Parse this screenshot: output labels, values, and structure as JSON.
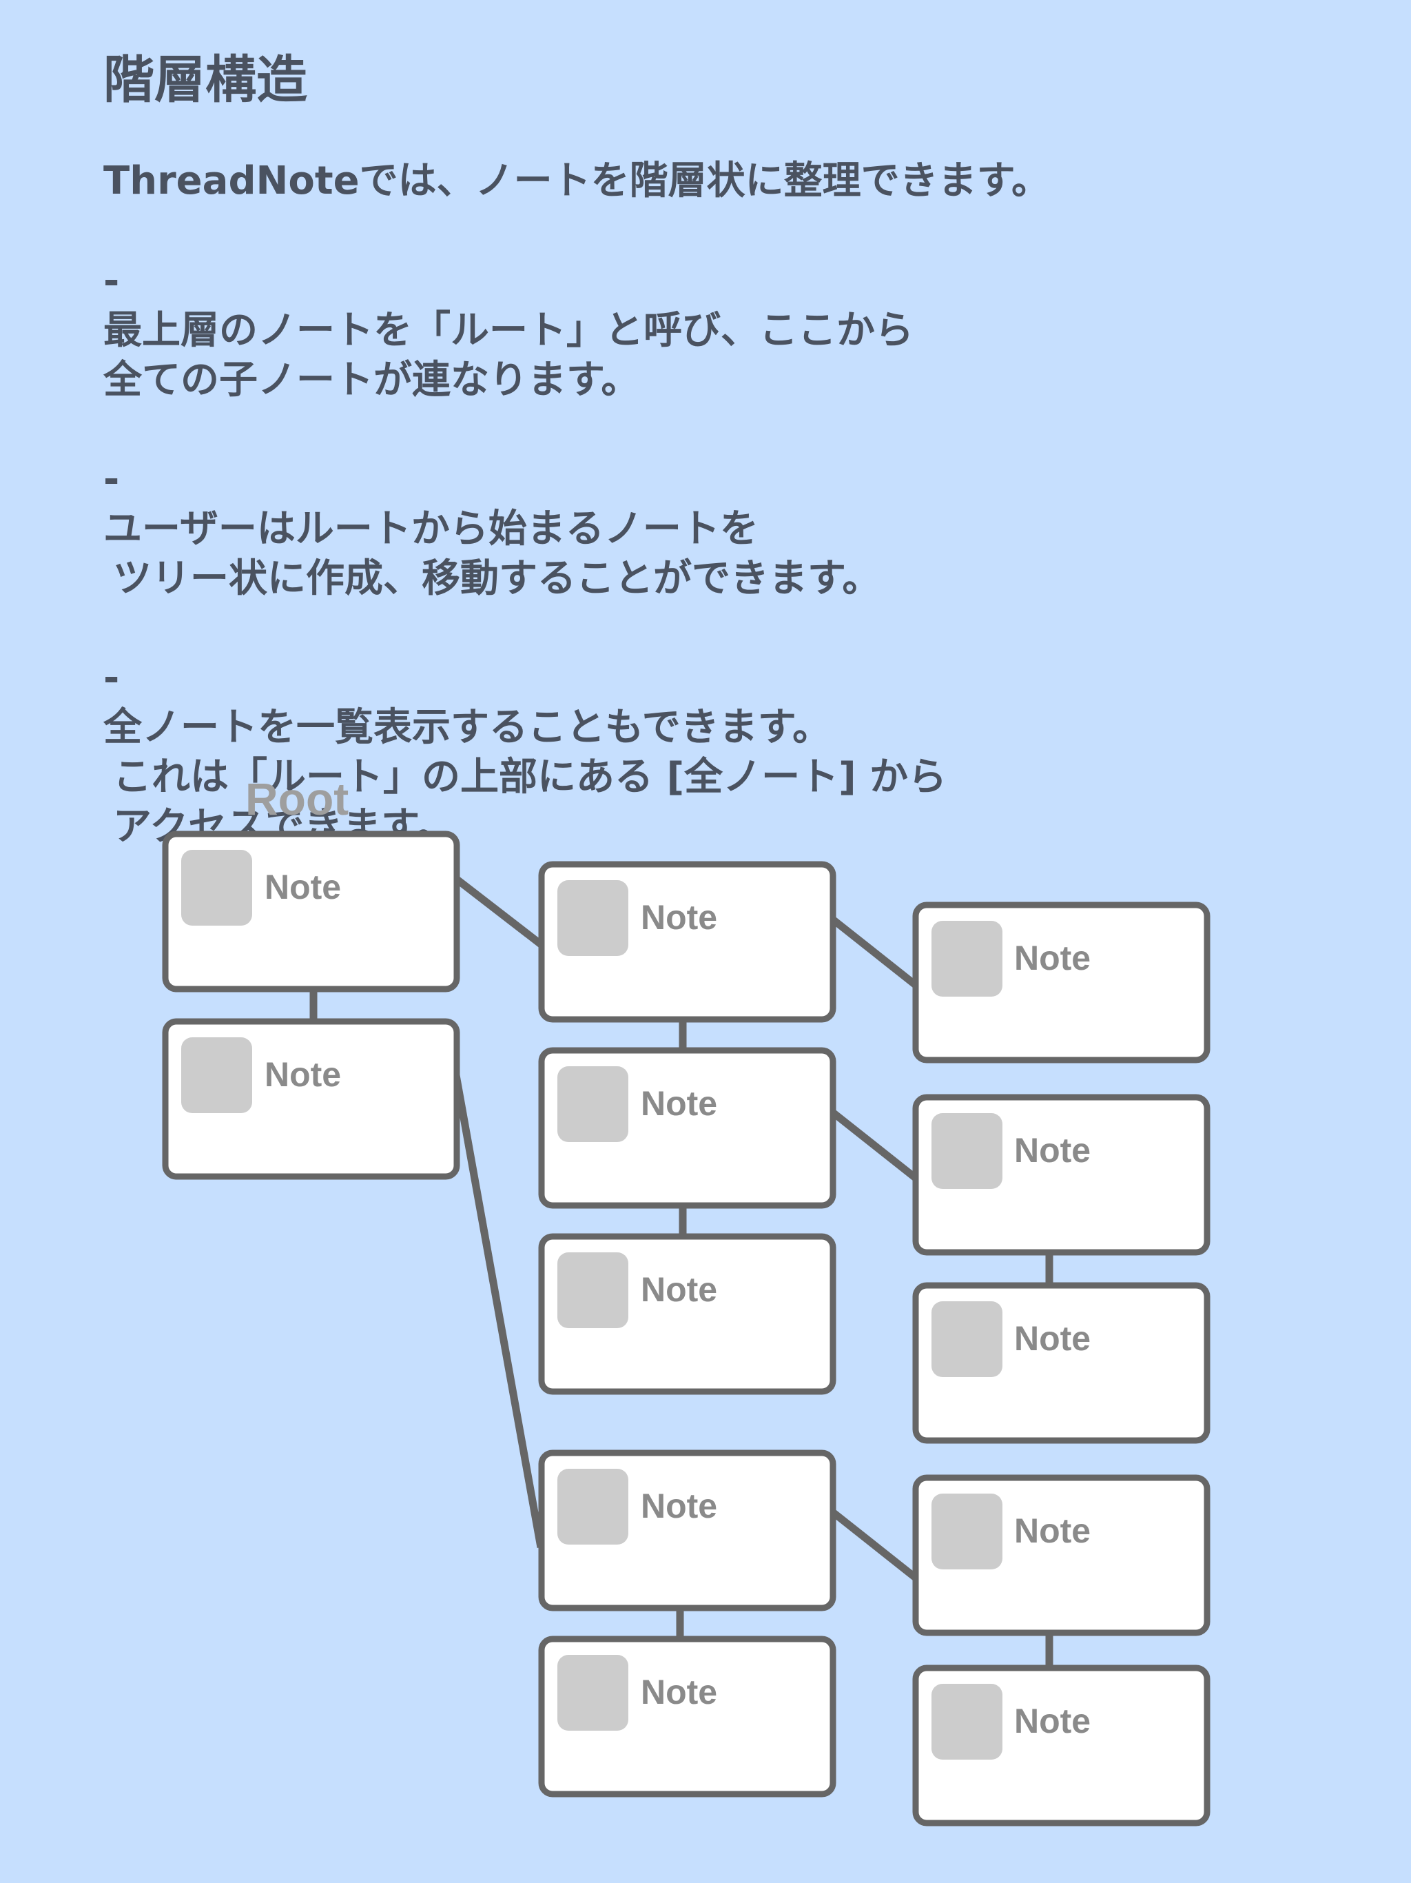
{
  "title": "階層構造",
  "intro": "ThreadNoteでは、ノートを階層状に整理できます。",
  "bullets": [
    {
      "dash": "-",
      "lines": [
        "最上層のノートを「ルート」と呼び、ここから",
        "全ての子ノートが連なります。"
      ]
    },
    {
      "dash": "-",
      "lines": [
        "ユーザーはルートから始まるノートを",
        "ツリー状に作成、移動することができます。"
      ]
    },
    {
      "dash": "-",
      "lines": [
        "全ノートを一覧表示することもできます。",
        "これは「ルート」の上部にある [全ノート] から",
        "アクセスできます。"
      ]
    }
  ],
  "diagram": {
    "root_label": "Root",
    "note_label": "Note",
    "colors": {
      "line": "#666666",
      "card_fill": "#ffffff",
      "card_border": "#666666",
      "thumbnail": "#cccccc",
      "label": "#8a8a8a",
      "root_label": "#9e9e9e",
      "background": "#c6dffe"
    },
    "columns": [
      {
        "level": 1,
        "notes": 2
      },
      {
        "level": 2,
        "notes": 5
      },
      {
        "level": 3,
        "notes": 5
      }
    ]
  }
}
